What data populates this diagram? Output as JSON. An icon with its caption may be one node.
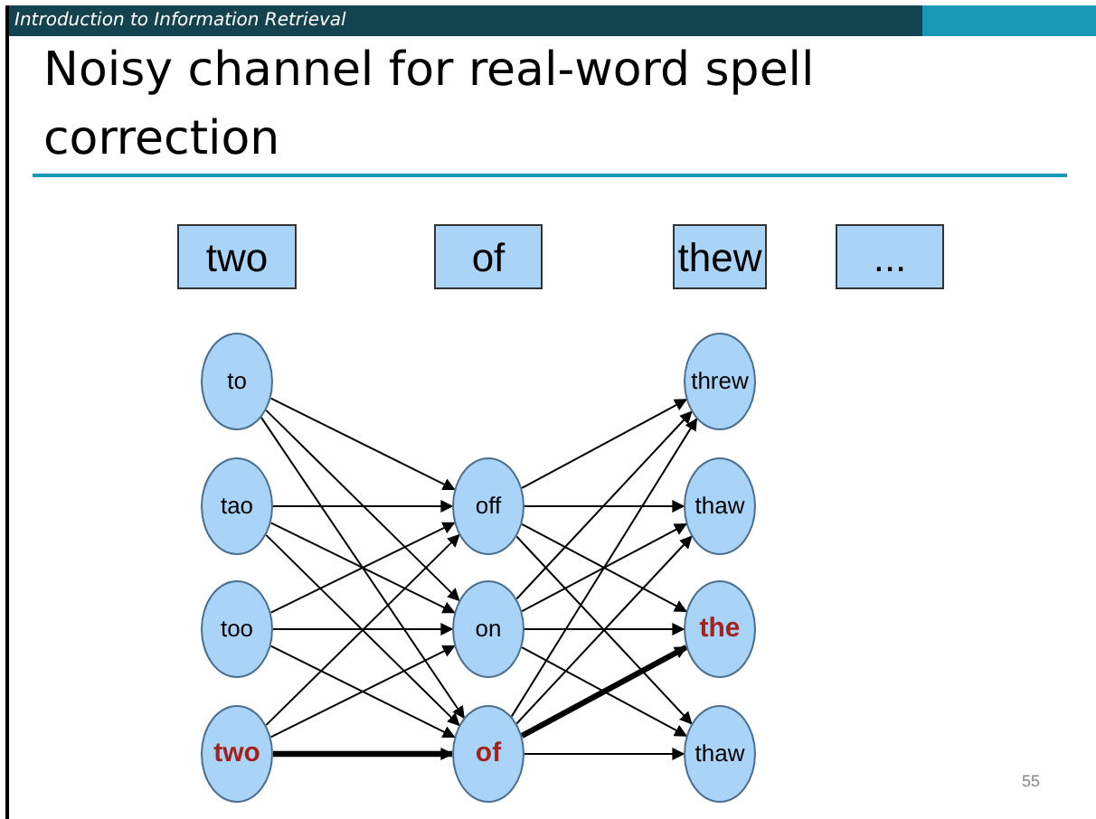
{
  "diagram": {
    "title": "Noisy channel for real-word spell correction",
    "nodes": [
      {
        "text": [
          "two"
        ]
      },
      {
        "text": [
          "of"
        ]
      },
      {
        "text": [
          "thew"
        ]
      },
      {
        "text": [
          "..."
        ]
      },
      {
        "text": [
          "to"
        ]
      },
      {
        "text": [
          "tao"
        ]
      },
      {
        "text": [
          "too"
        ]
      },
      {
        "text": [
          "two"
        ]
      },
      {
        "text": [
          "off"
        ]
      },
      {
        "text": [
          "on"
        ]
      },
      {
        "text": [
          "of"
        ]
      },
      {
        "text": [
          "threw"
        ]
      },
      {
        "text": [
          "thaw"
        ]
      },
      {
        "text": [
          "the"
        ]
      },
      {
        "text": [
          "thaw"
        ]
      }
    ],
    "edges": [
      {
        "from": 4,
        "to": 8,
        "arrow": "to"
      },
      {
        "from": 4,
        "to": 9,
        "arrow": "to"
      },
      {
        "from": 4,
        "to": 10,
        "arrow": "to"
      },
      {
        "from": 5,
        "to": 8,
        "arrow": "to"
      },
      {
        "from": 5,
        "to": 9,
        "arrow": "to"
      },
      {
        "from": 5,
        "to": 10,
        "arrow": "to"
      },
      {
        "from": 6,
        "to": 8,
        "arrow": "to"
      },
      {
        "from": 6,
        "to": 9,
        "arrow": "to"
      },
      {
        "from": 6,
        "to": 10,
        "arrow": "to"
      },
      {
        "from": 7,
        "to": 8,
        "arrow": "to"
      },
      {
        "from": 7,
        "to": 9,
        "arrow": "to"
      },
      {
        "from": 7,
        "to": 10,
        "arrow": "to",
        "style": "thick"
      },
      {
        "from": 8,
        "to": 11,
        "arrow": "to"
      },
      {
        "from": 8,
        "to": 12,
        "arrow": "to"
      },
      {
        "from": 8,
        "to": 13,
        "arrow": "to"
      },
      {
        "from": 8,
        "to": 14,
        "arrow": "to"
      },
      {
        "from": 9,
        "to": 11,
        "arrow": "to"
      },
      {
        "from": 9,
        "to": 12,
        "arrow": "to"
      },
      {
        "from": 9,
        "to": 13,
        "arrow": "to"
      },
      {
        "from": 9,
        "to": 14,
        "arrow": "to"
      },
      {
        "from": 10,
        "to": 11,
        "arrow": "to"
      },
      {
        "from": 10,
        "to": 12,
        "arrow": "to"
      },
      {
        "from": 10,
        "to": 13,
        "arrow": "to",
        "style": "thick"
      },
      {
        "from": 10,
        "to": 14,
        "arrow": "to"
      }
    ],
    "labels": [
      "Introduction to Information Retrieval",
      "55"
    ]
  }
}
